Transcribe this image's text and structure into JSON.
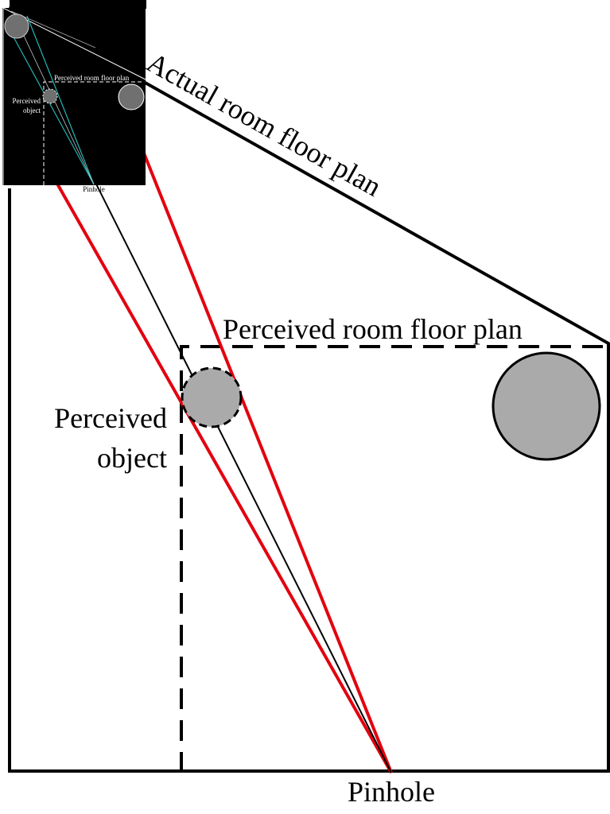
{
  "labels": {
    "actual_room": "Actual room floor plan",
    "perceived_room": "Perceived room floor plan",
    "perceived_object_line1": "Perceived",
    "perceived_object_line2": "object",
    "pinhole": "Pinhole"
  },
  "inset": {
    "perceived_room": "Perceived room floor plan",
    "perceived_object_line1": "Perceived",
    "perceived_object_line2": "object",
    "pinhole": "Pinhole"
  },
  "colors": {
    "wall": "#000000",
    "ray_red": "#e3000f",
    "ray_center": "#000000",
    "object_fill": "#aaaaaa",
    "inset_background": "#000000",
    "inset_ray": "#21b7b7"
  }
}
